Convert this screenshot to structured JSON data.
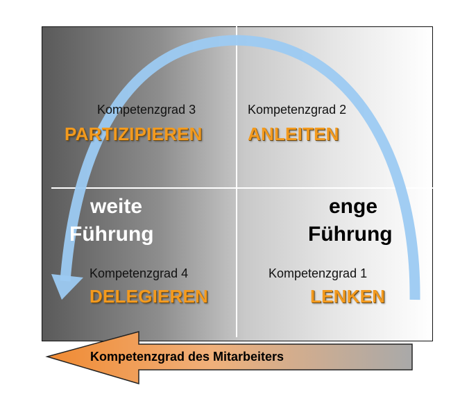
{
  "quadrants": {
    "top_left": {
      "grade": "Kompetenzgrad 3",
      "action": "PARTIZIPIEREN"
    },
    "top_right": {
      "grade": "Kompetenzgrad 2",
      "action": "ANLEITEN"
    },
    "bottom_left": {
      "grade": "Kompetenzgrad 4",
      "action": "DELEGIEREN"
    },
    "bottom_right": {
      "grade": "Kompetenzgrad 1",
      "action": "LENKEN"
    }
  },
  "leadership": {
    "wide": {
      "line1": "weite",
      "line2": "Führung"
    },
    "narrow": {
      "line1": "enge",
      "line2": "Führung"
    }
  },
  "axis": {
    "label": "Kompetenzgrad des Mitarbeiters"
  },
  "colors": {
    "action_text": "#f39a1e",
    "curve": "#9ccaf2",
    "axis_arrow": "#f3a05a",
    "axis_bar": "#b7b7b7"
  }
}
